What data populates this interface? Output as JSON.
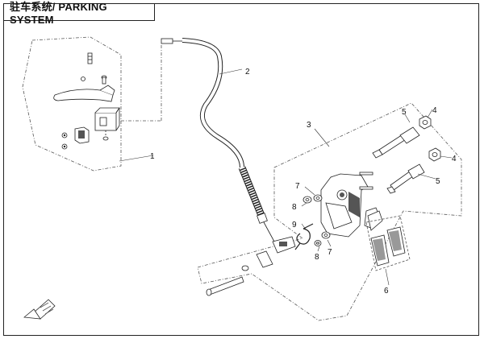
{
  "title": "驻车系统/ PARKING SYSTEM",
  "callouts": {
    "c1": "1",
    "c2": "2",
    "c3": "3",
    "c4a": "4",
    "c4b": "4",
    "c5a": "5",
    "c5b": "5",
    "c6": "6",
    "c7a": "7",
    "c7b": "7",
    "c8a": "8",
    "c8b": "8",
    "c9": "9"
  },
  "colors": {
    "line": "#222222",
    "fill": "#ffffff",
    "shade": "#555555"
  },
  "icons": {
    "front_direction": "front-direction-arrow-icon"
  }
}
